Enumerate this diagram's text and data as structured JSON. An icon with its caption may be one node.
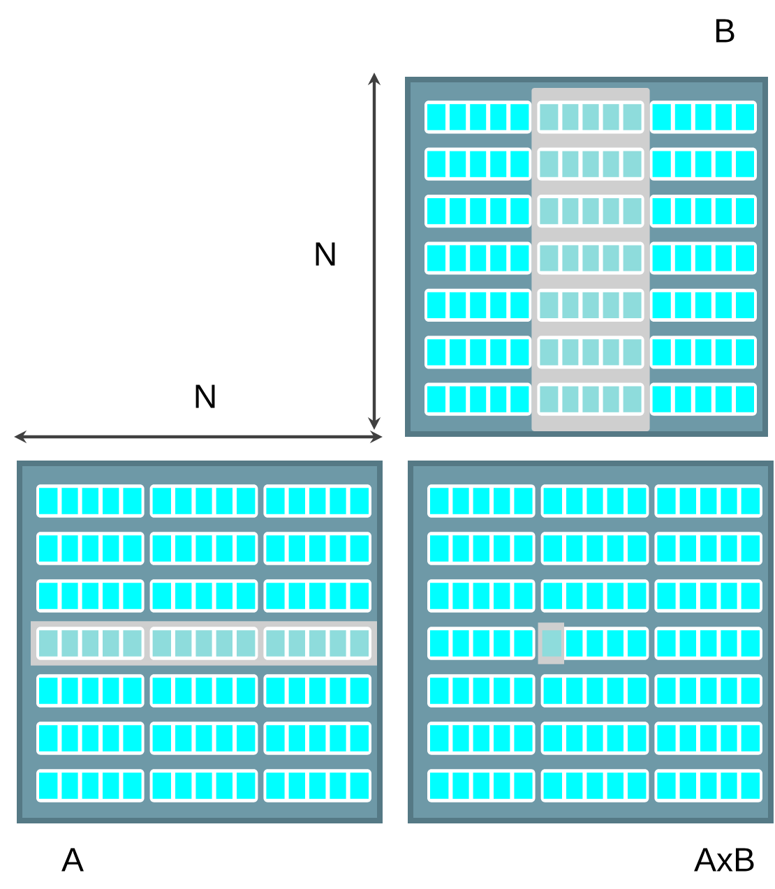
{
  "diagram": {
    "labels": [
      "B",
      "N",
      "N",
      "A",
      "AxB"
    ]
  }
}
